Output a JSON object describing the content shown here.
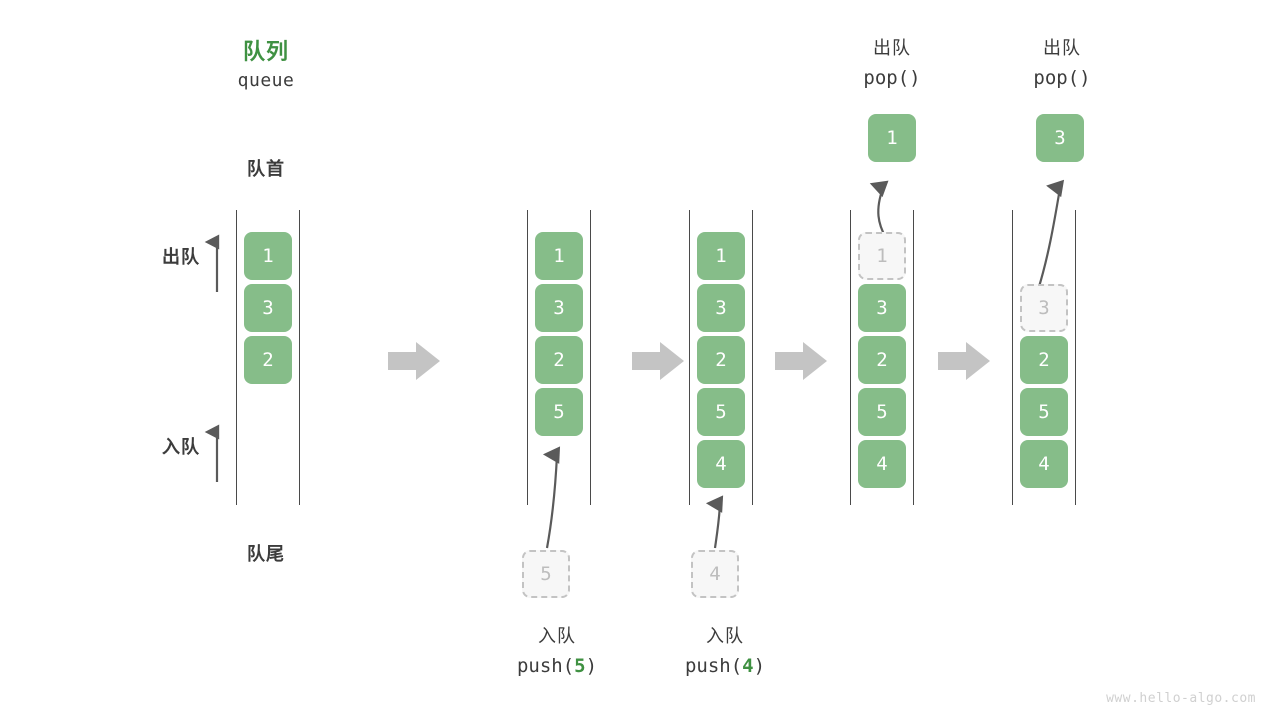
{
  "diagram": {
    "title_cn": "队列",
    "title_en": "queue",
    "front_label": "队首",
    "back_label": "队尾",
    "dequeue_label": "出队",
    "enqueue_label": "入队",
    "watermark": "www.hello-algo.com",
    "accent_green": "#3f9142",
    "cell_green": "#86bd89",
    "ghost_gray": "#c3c3c3",
    "arrow_gray": "#c4c4c4",
    "text_gray": "#3c3c3c"
  },
  "steps": [
    {
      "id": "initial",
      "caption_cn": "",
      "caption_code": "",
      "cells": [
        "1",
        "3",
        "2"
      ],
      "ghost_index": -1,
      "incoming": null,
      "popped": null
    },
    {
      "id": "push-5",
      "caption_cn": "入队",
      "caption_code_prefix": "push(",
      "caption_code_num": "5",
      "caption_code_suffix": ")",
      "cells": [
        "1",
        "3",
        "2",
        "5"
      ],
      "ghost_index": -1,
      "incoming": "5",
      "popped": null
    },
    {
      "id": "push-4",
      "caption_cn": "入队",
      "caption_code_prefix": "push(",
      "caption_code_num": "4",
      "caption_code_suffix": ")",
      "cells": [
        "1",
        "3",
        "2",
        "5",
        "4"
      ],
      "ghost_index": -1,
      "incoming": "4",
      "popped": null
    },
    {
      "id": "pop-1",
      "caption_cn": "出队",
      "caption_code": "pop()",
      "cells": [
        "1",
        "3",
        "2",
        "5",
        "4"
      ],
      "ghost_index": 0,
      "incoming": null,
      "popped": "1"
    },
    {
      "id": "pop-3",
      "caption_cn": "出队",
      "caption_code": "pop()",
      "cells": [
        "3",
        "2",
        "5",
        "4"
      ],
      "ghost_index": 0,
      "incoming": null,
      "popped": "3"
    }
  ],
  "flow_arrows": [
    {
      "name": "flow-arrow-1"
    },
    {
      "name": "flow-arrow-2"
    },
    {
      "name": "flow-arrow-3"
    },
    {
      "name": "flow-arrow-4"
    }
  ]
}
